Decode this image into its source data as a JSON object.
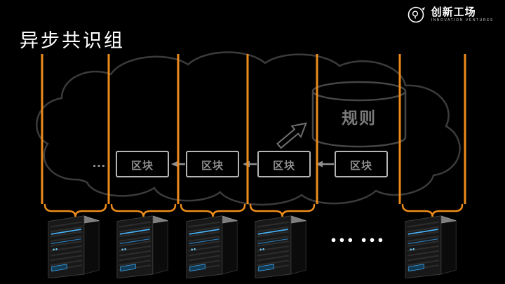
{
  "slide": {
    "title": "异步共识组",
    "background_color": "#000000"
  },
  "logo": {
    "name": "创新工场",
    "tagline": "INNOVATION VENTURES"
  },
  "diagram": {
    "rule_label": "规则",
    "blocks": [
      "区块",
      "区块",
      "区块",
      "区块"
    ],
    "chain_ellipsis": "…",
    "colors": {
      "accent_orange": "#ED8C1B",
      "cloud_outline": "#3B3B3B",
      "cylinder_outline": "#464646",
      "block_border": "#B5B5B5",
      "block_text": "#8F8F8F",
      "arrow_gray": "#8F8F8F",
      "server_led_blue": "#4DB8FF"
    }
  },
  "servers": {
    "visible_count": 5,
    "more_indicator": "●●● ●●●"
  }
}
